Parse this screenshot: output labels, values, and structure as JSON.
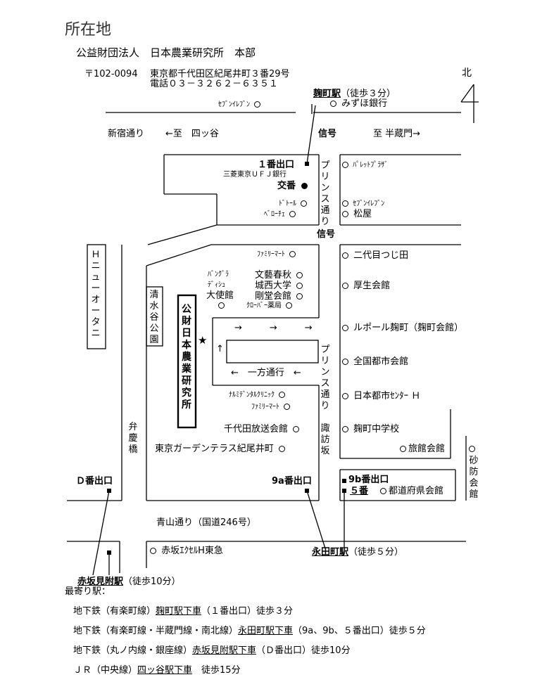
{
  "page_title": "所在地",
  "org_name": "公益財団法人　日本農業研究所　本部",
  "postal": "〒102-0094",
  "address": "東京都千代田区紀尾井町３番29号",
  "phone": "電話０３－３２６２－６３５１",
  "north": "北",
  "map": {
    "kojimachi_station": "麹町駅",
    "kojimachi_walk": "（徒歩３分）",
    "mizuho": "みずほ銀行",
    "seven_eleven_top": "ｾﾌﾞﾝｲﾚﾌﾞﾝ",
    "shinjuku_dori": "新宿通り",
    "to_yotsuya": "←至　四ッ谷",
    "shingo_top": "信号",
    "to_hanzomon": "至 半蔵門→",
    "exit1": "１番出口",
    "mufg": "三菱東京ＵＦＪ銀行",
    "koban": "交番",
    "pallet_plaza": "ﾊﾟﾚｯﾄﾌﾟﾗｻﾞ",
    "prince_dori_top": "プリンス通り",
    "doutor": "ﾄﾞﾄｰﾙ",
    "veloce": "ﾍﾞﾛｰﾁｪ",
    "seven_eleven_right": "ｾﾌﾞﾝｲﾚﾌﾞﾝ",
    "matsuya": "松屋",
    "shingo_mid": "信号",
    "h_new_otani": "Ｈ　ニューオータニ",
    "familymart1": "ﾌｧﾐﾘｰﾏｰﾄ",
    "nidaime": "二代目つじ田",
    "bangladesh": "ﾊﾞﾝｸﾞﾗ",
    "desh": "ﾃﾞｨｼｭ",
    "embassy": "大使館",
    "bunshun": "文藝春秋",
    "josai": "城西大学",
    "gotokaikan": "剛堂会館",
    "clover": "ｸﾛｰﾊﾞｰ薬局",
    "kosei": "厚生会館",
    "shimizudani": "清水谷公園",
    "institute": "公財　日本農業研究所",
    "arrows_top": "→　　　→　　　→",
    "up_arrow": "↑",
    "one_way": "←　一方通行　←",
    "le_port": "ルポール麹町（麹町会館）",
    "toshi_kaikan": "全国都市会館",
    "prince_dori_bottom": "プリンス通り",
    "nihon_toshi": "日本都市ｾﾝﾀｰ Ｈ",
    "narumi": "ﾅﾙﾐﾃﾞﾝﾀﾙｸﾘﾆｯｸ",
    "familymart2": "ﾌｧﾐﾘｰﾏｰﾄ",
    "chiyoda_hoso": "千代田放送会館",
    "suwazaka": "諏訪坂",
    "kojimachi_jhs": "麹町中学校",
    "garden_terrace": "東京ガーデンテラス紀尾井町",
    "ryokan_kaikan": "旅館会館",
    "sabo_kaikan": "砂防会館",
    "benkeibashi": "弁慶橋",
    "d_exit": "Ｄ番出口",
    "exit9a": "9a番出口",
    "exit9b": "9b番出口",
    "exit5": "５番",
    "todofuken": "都道府県会館",
    "aoyama_dori": "青山通り（国道246号）",
    "excel": "赤坂ｴｸｾﾙH東急",
    "nagatacho_station": "永田町駅",
    "nagatacho_walk": "（徒歩５分）",
    "akasakamitsuke_station": "赤坂見附駅",
    "akasakamitsuke_walk": "（徒歩10分）"
  },
  "nearest_label": "最寄り駅：",
  "access": [
    {
      "pre": "地下鉄（有楽町線）",
      "station": "麹町駅下車",
      "post": "（１番出口）徒歩３分"
    },
    {
      "pre": "地下鉄（有楽町線・半蔵門線・南北線）",
      "station": "永田町駅下車",
      "post": "（9a、9b、５番出口）徒歩５分"
    },
    {
      "pre": "地下鉄（丸ノ内線・銀座線）",
      "station": "赤坂見附駅下車",
      "post": "（Ｄ番出口）徒歩10分"
    },
    {
      "pre": "ＪＲ（中央線）",
      "station": "四ッ谷駅下車",
      "post": "　徒歩15分"
    }
  ]
}
